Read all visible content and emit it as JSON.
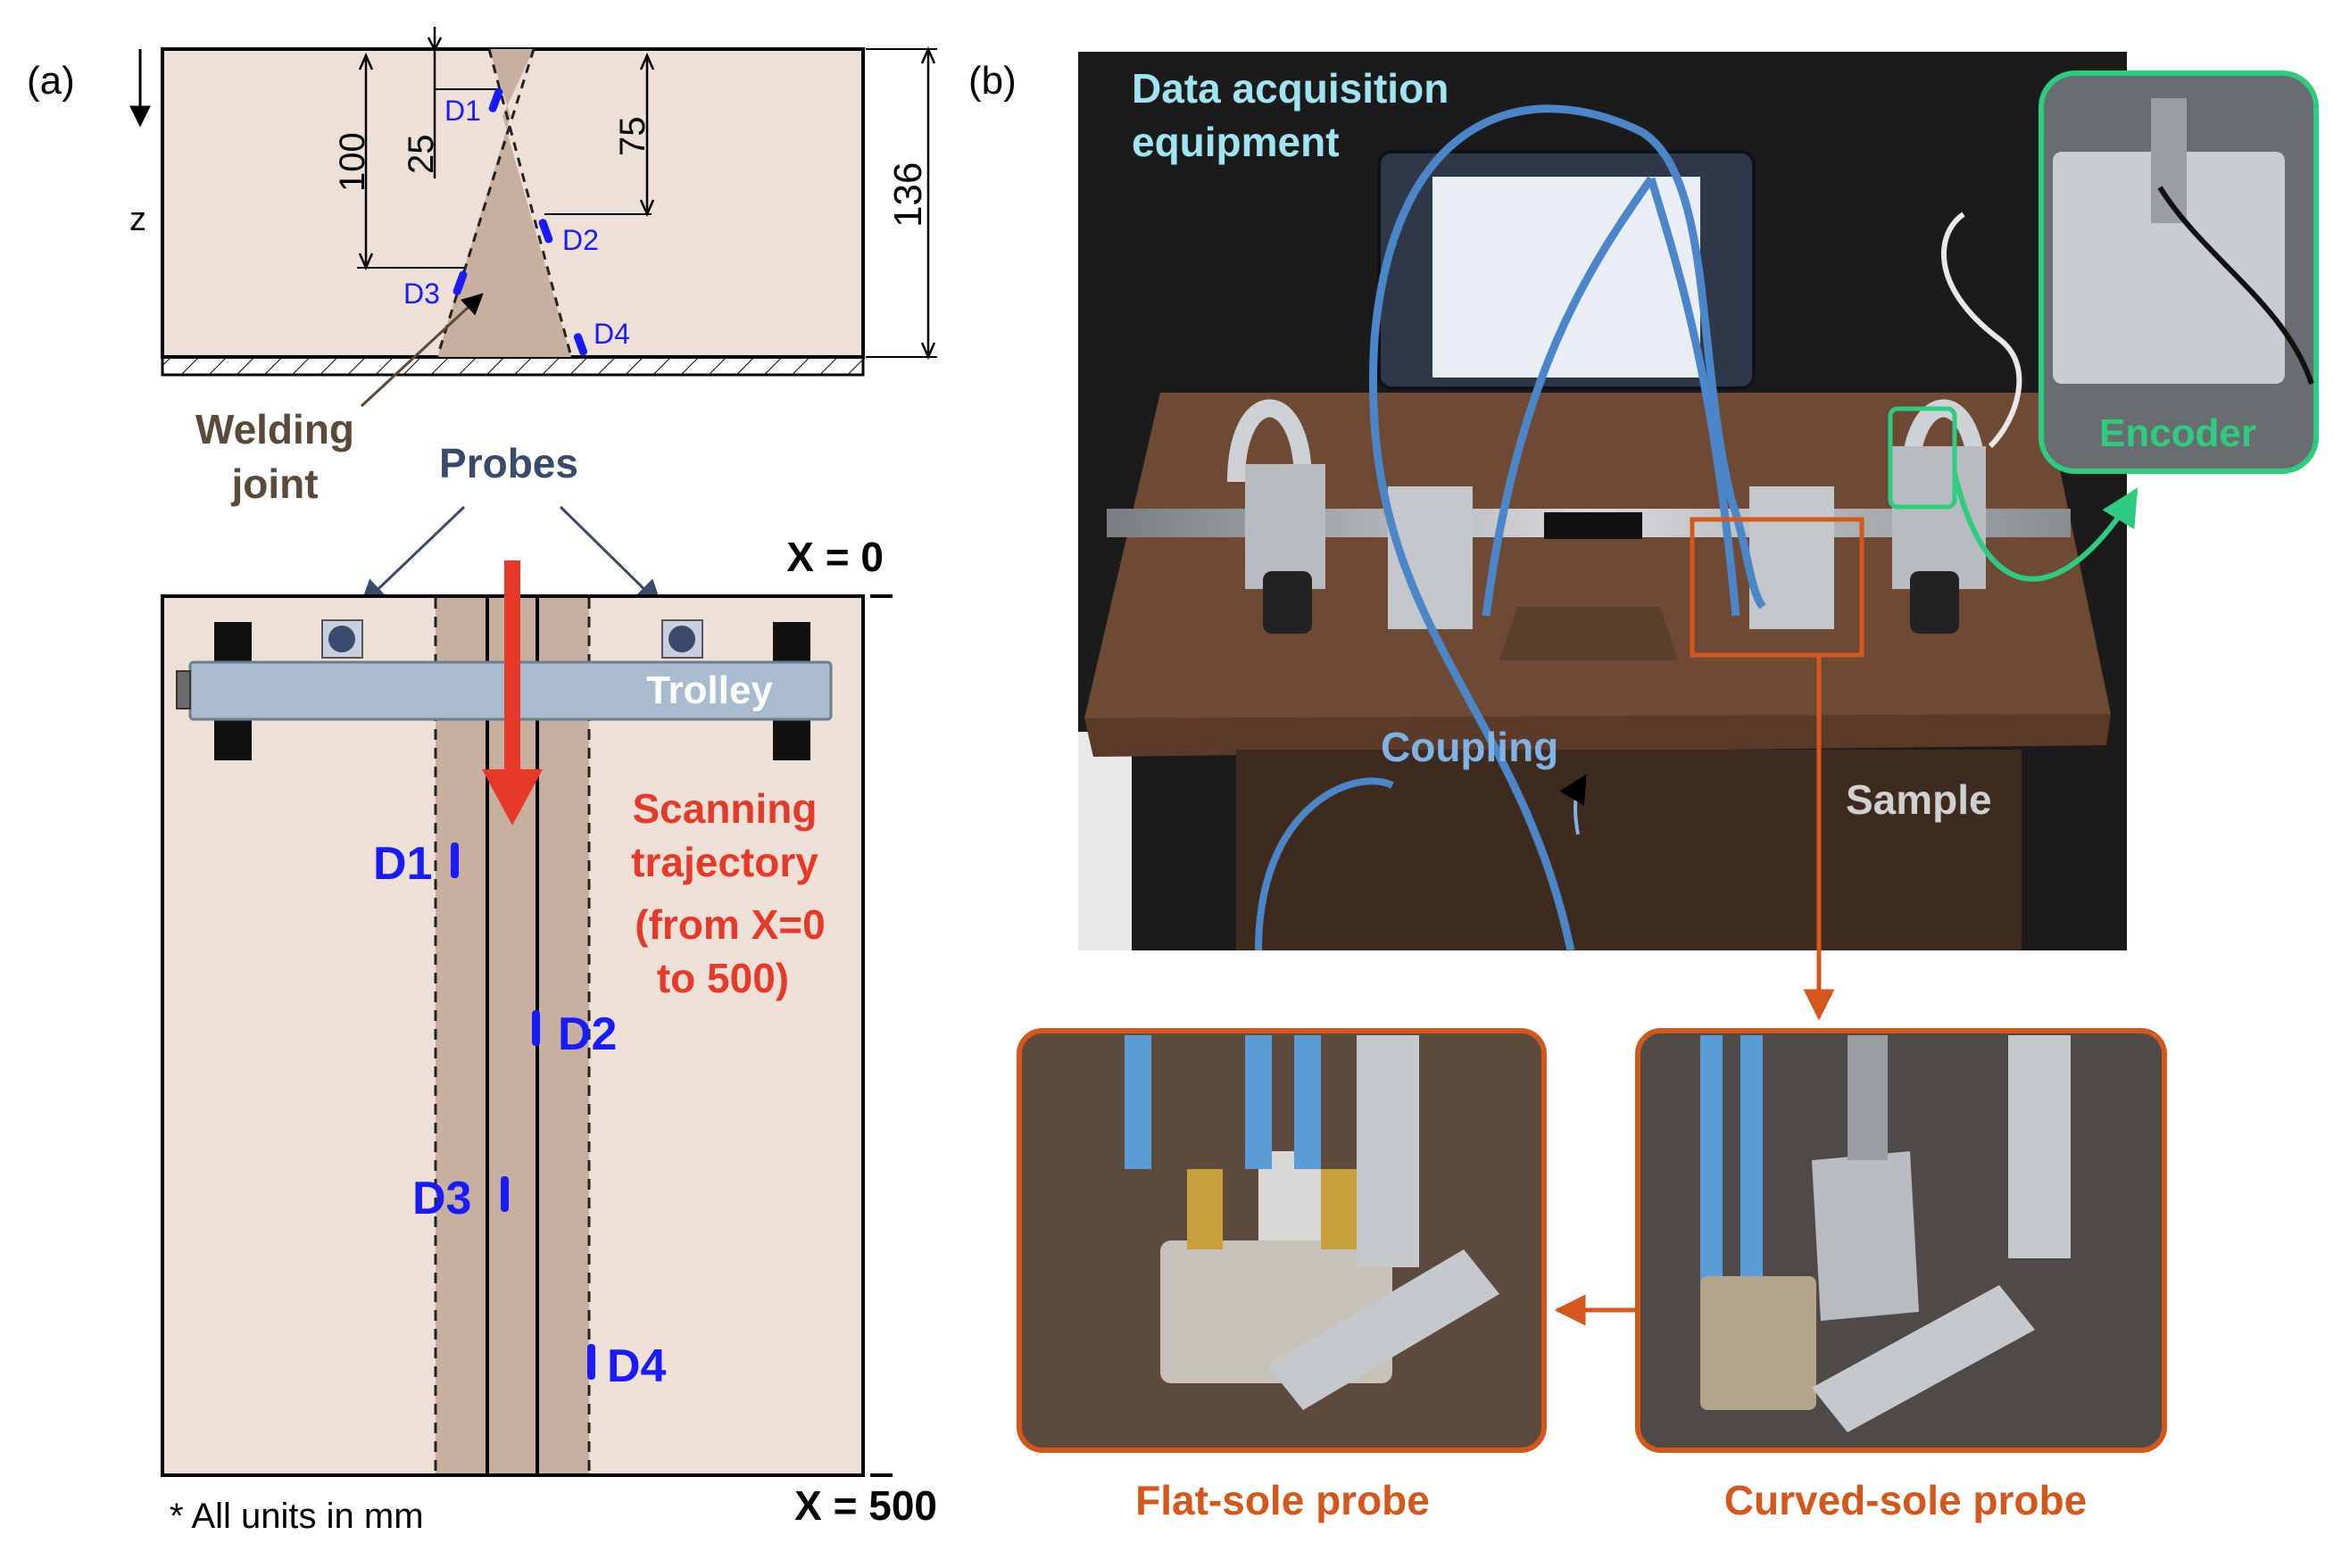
{
  "panel_a": {
    "label": "(a)",
    "cross_section": {
      "z_label": "z",
      "dim_100": "100",
      "dim_25": "25",
      "dim_75": "75",
      "dim_136": "136",
      "defects": [
        "D1",
        "D2",
        "D3",
        "D4"
      ],
      "welding_label_1": "Welding",
      "welding_label_2": "joint"
    },
    "top_view": {
      "probes_label": "Probes",
      "trolley_label": "Trolley",
      "x0_label": "X = 0",
      "x500_label": "X = 500",
      "scan_line1": "Scanning",
      "scan_line2": "trajectory",
      "scan_line3": "(from X=0",
      "scan_line4": "to 500)",
      "defects": [
        "D1",
        "D2",
        "D3",
        "D4"
      ]
    },
    "units_note": "* All units in mm"
  },
  "panel_b": {
    "label": "(b)",
    "daq_line1": "Data acquisition",
    "daq_line2": "equipment",
    "coupling": "Coupling",
    "sample": "Sample",
    "encoder": "Encoder",
    "flat_probe": "Flat-sole probe",
    "curved_probe": "Curved-sole probe"
  },
  "colors": {
    "plate": "#ede0d6",
    "weld": "#c8b09e",
    "defect": "#1a1aff",
    "scan_arrow": "#e53a2a",
    "orange": "#d4581c",
    "green": "#2ecc80",
    "trolley": "#a9bccd"
  }
}
